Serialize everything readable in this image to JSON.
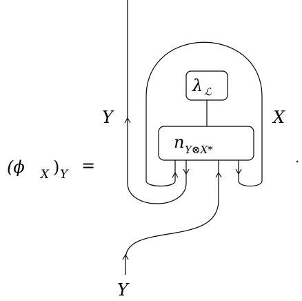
{
  "lhs": {
    "phi": "(ϕ",
    "phi_sub": "X",
    "close": ")",
    "outer_sub": "Y",
    "equals": "="
  },
  "boxes": {
    "lambda": {
      "symbol": "λ",
      "sub": "ℒ"
    },
    "n": {
      "symbol": "n",
      "sub": "Y⊗X*"
    }
  },
  "wire_labels": {
    "left": "Y",
    "right": "X",
    "bottom": "Y"
  },
  "trailing_punct": "."
}
